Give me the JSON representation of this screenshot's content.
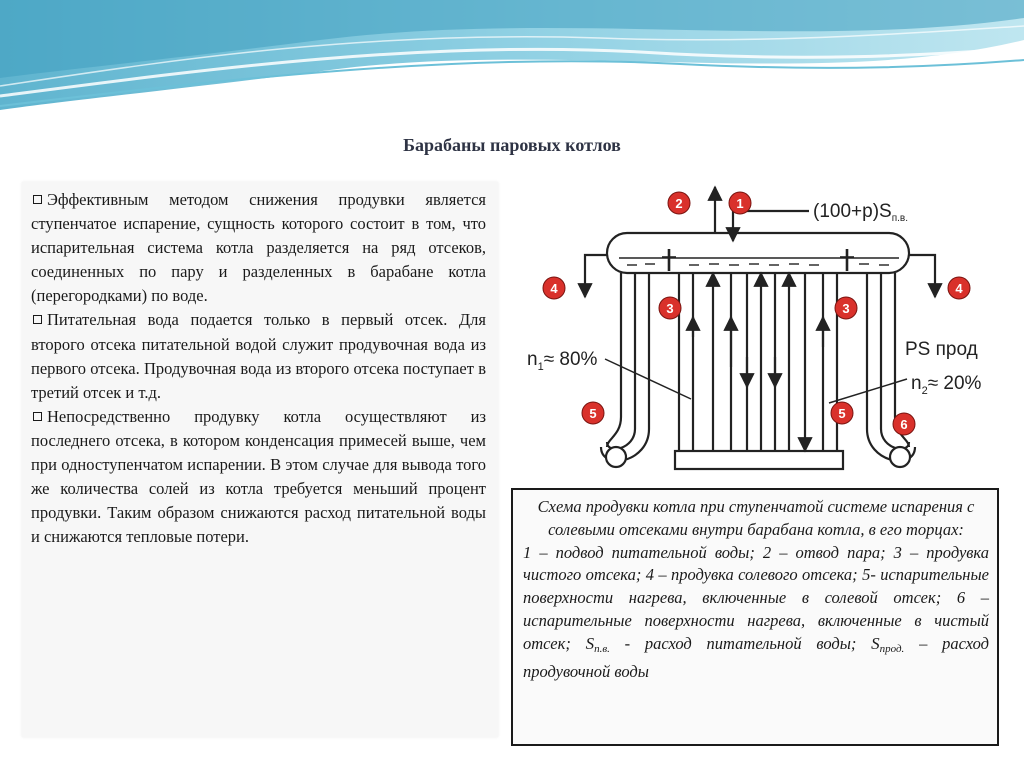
{
  "slide": {
    "title": "Барабаны паровых котлов",
    "paragraphs": [
      "Эффективным методом снижения продувки является ступенчатое испарение, сущность которого состоит в том, что испарительная система котла разделяется на ряд отсеков, соединенных по пару и разделенных в барабане котла (перегородками) по воде.",
      "Питательная вода подается только в первый отсек. Для второго отсека питательной водой служит продувочная вода из первого отсека. Продувочная вода из второго отсека поступает в третий отсек и т.д.",
      "Непосредственно продувку котла осуществляют из последнего отсека, в котором конденсация примесей выше, чем при одноступенчатом испарении. В этом случае для вывода того же количества солей из котла требуется меньший процент продувки. Таким образом снижаются расход питательной воды и снижаются тепловые потери."
    ]
  },
  "diagram": {
    "feed_label_main": "(100+p)S",
    "feed_label_sub": "п.в.",
    "ps_label": "PS прод",
    "n1_label": "n",
    "n1_sub": "1",
    "n1_value": "≈ 80%",
    "n2_label": "n",
    "n2_sub": "2",
    "n2_value": "≈ 20%",
    "markers": [
      "1",
      "2",
      "3",
      "3",
      "4",
      "4",
      "5",
      "5",
      "6"
    ],
    "marker_color": "#d9312b"
  },
  "caption": {
    "heading": "Схема продувки котла при ступенчатой системе испарения с солевыми отсеками внутри барабана котла, в его торцах:",
    "body": "1 – подвод питательной воды; 2 – отвод пара; 3 – продувка чистого отсека; 4 – продувка солевого отсека; 5- испарительные поверхности нагрева, включенные в солевой отсек; 6 – испарительные поверхности нагрева, включенные в чистый отсек;",
    "s_pv_symbol": "S",
    "s_pv_sub": "п.в.",
    "s_pv_text": " - расход питательной воды; ",
    "s_prod_symbol": "S",
    "s_prod_sub": "прод.",
    "s_prod_text": " – расход продувочной воды"
  }
}
